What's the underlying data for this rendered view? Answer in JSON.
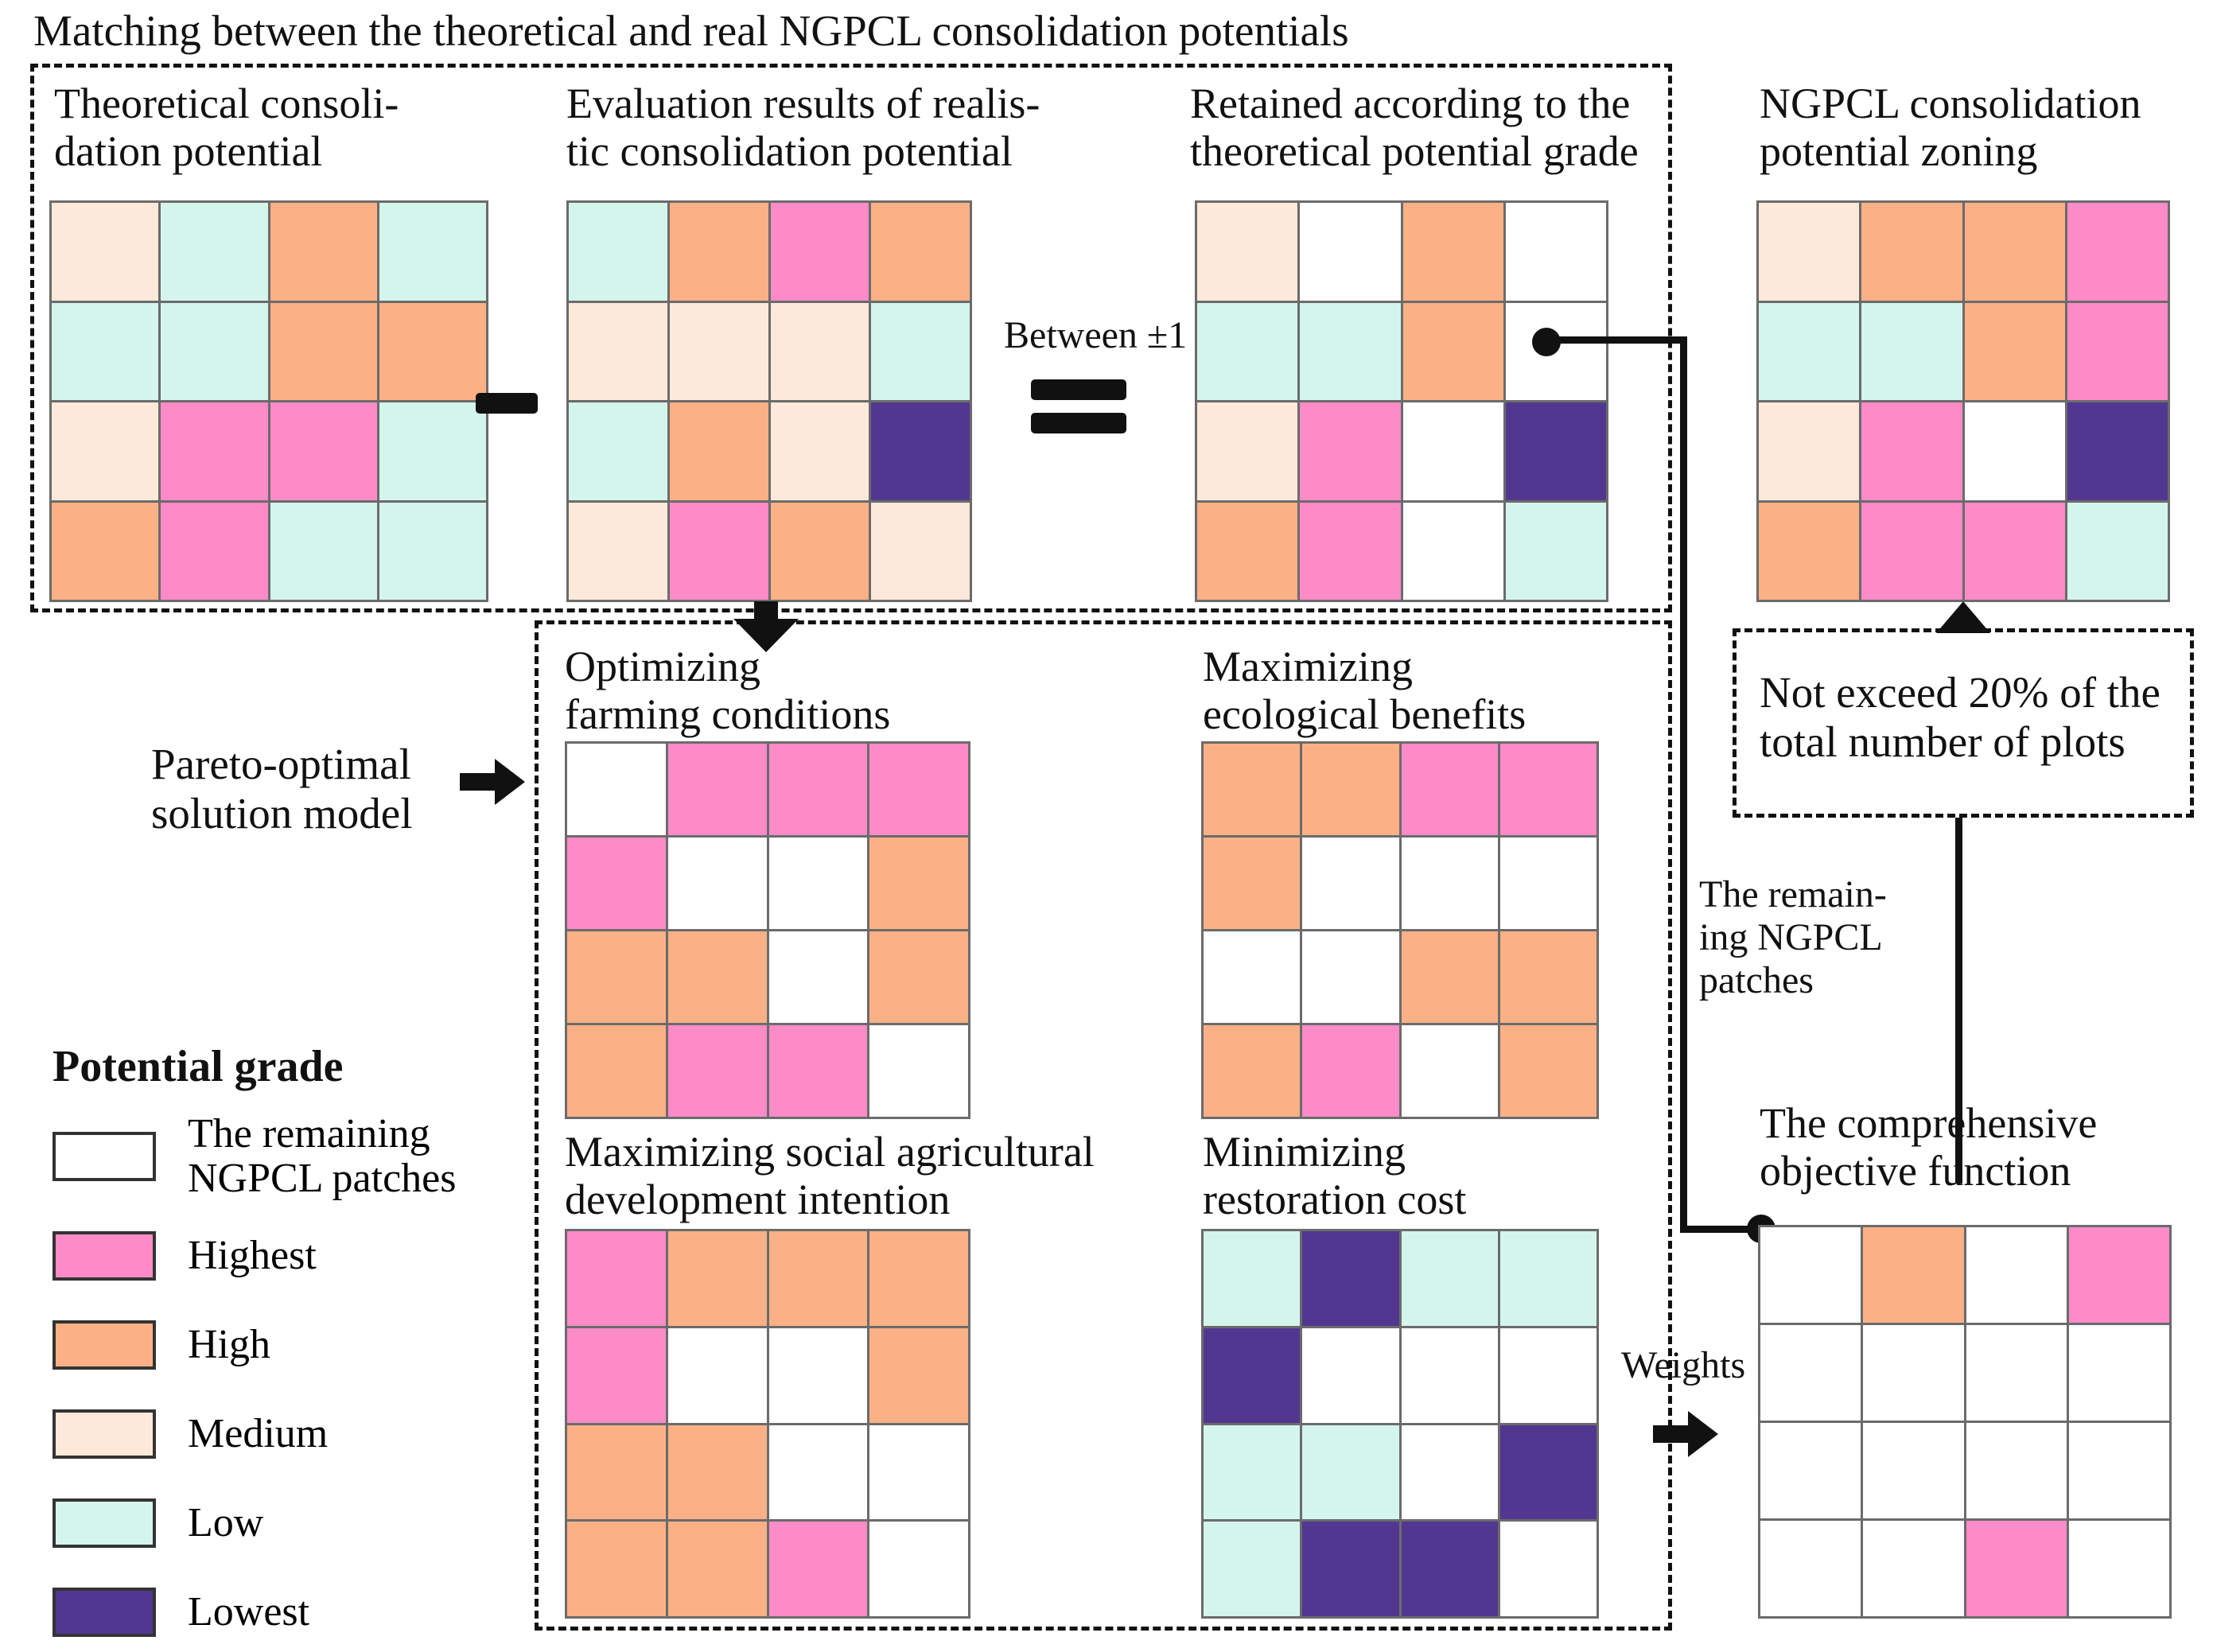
{
  "figure": {
    "top_caption": "Matching between the theoretical and real NGPCL consolidation potentials"
  },
  "colors": {
    "remaining": "#ffffff",
    "highest": "#fd8bc8",
    "high": "#fbb185",
    "medium": "#fde9d9",
    "low": "#d4f5ec",
    "lowest": "#523791",
    "grid_line": "#6b6b6b",
    "ink": "#111111"
  },
  "legend": {
    "title": "Potential grade",
    "items": [
      {
        "key": "remaining",
        "label": "The remaining\nNGPCL patches"
      },
      {
        "key": "highest",
        "label": "Highest"
      },
      {
        "key": "high",
        "label": "High"
      },
      {
        "key": "medium",
        "label": "Medium"
      },
      {
        "key": "low",
        "label": "Low"
      },
      {
        "key": "lowest",
        "label": "Lowest"
      }
    ]
  },
  "labels": {
    "between": "Between ±1",
    "pareto": "Pareto-optimal\nsolution model",
    "remaining_patches": "The remain-\ning NGPCL\npatches",
    "weights": "Weights",
    "not_exceed": "Not exceed 20% of the\ntotal number of plots"
  },
  "panels": {
    "theoretical": {
      "title": "Theoretical consoli-\ndation potential",
      "grid": [
        [
          "medium",
          "low",
          "high",
          "low"
        ],
        [
          "low",
          "low",
          "high",
          "high"
        ],
        [
          "medium",
          "highest",
          "highest",
          "low"
        ],
        [
          "high",
          "highest",
          "low",
          "low"
        ]
      ]
    },
    "realistic": {
      "title": "Evaluation results of realis-\ntic consolidation potential",
      "grid": [
        [
          "low",
          "high",
          "highest",
          "high"
        ],
        [
          "medium",
          "medium",
          "medium",
          "low"
        ],
        [
          "low",
          "high",
          "medium",
          "lowest"
        ],
        [
          "medium",
          "highest",
          "high",
          "medium"
        ]
      ]
    },
    "retained": {
      "title": "Retained according to the\ntheoretical potential grade",
      "grid": [
        [
          "medium",
          "remaining",
          "high",
          "remaining"
        ],
        [
          "low",
          "low",
          "high",
          "remaining"
        ],
        [
          "medium",
          "highest",
          "remaining",
          "lowest"
        ],
        [
          "high",
          "highest",
          "remaining",
          "low"
        ]
      ]
    },
    "zoning": {
      "title": "NGPCL consolidation\npotential zoning",
      "grid": [
        [
          "medium",
          "high",
          "high",
          "highest"
        ],
        [
          "low",
          "low",
          "high",
          "highest"
        ],
        [
          "medium",
          "highest",
          "remaining",
          "lowest"
        ],
        [
          "high",
          "highest",
          "highest",
          "low"
        ]
      ]
    },
    "farming": {
      "title": "Optimizing\nfarming conditions",
      "grid": [
        [
          "remaining",
          "highest",
          "highest",
          "highest"
        ],
        [
          "highest",
          "remaining",
          "remaining",
          "high"
        ],
        [
          "high",
          "high",
          "remaining",
          "high"
        ],
        [
          "high",
          "highest",
          "highest",
          "remaining"
        ]
      ]
    },
    "ecological": {
      "title": "Maximizing\necological benefits",
      "grid": [
        [
          "high",
          "high",
          "highest",
          "highest"
        ],
        [
          "high",
          "remaining",
          "remaining",
          "remaining"
        ],
        [
          "remaining",
          "remaining",
          "high",
          "high"
        ],
        [
          "high",
          "highest",
          "remaining",
          "high"
        ]
      ]
    },
    "social": {
      "title": "Maximizing social agricultural\ndevelopment intention",
      "grid": [
        [
          "highest",
          "high",
          "high",
          "high"
        ],
        [
          "highest",
          "remaining",
          "remaining",
          "high"
        ],
        [
          "high",
          "high",
          "remaining",
          "remaining"
        ],
        [
          "high",
          "high",
          "highest",
          "remaining"
        ]
      ]
    },
    "restoration": {
      "title": "Minimizing\nrestoration cost",
      "grid": [
        [
          "low",
          "lowest",
          "low",
          "low"
        ],
        [
          "lowest",
          "remaining",
          "remaining",
          "remaining"
        ],
        [
          "low",
          "low",
          "remaining",
          "lowest"
        ],
        [
          "low",
          "lowest",
          "lowest",
          "remaining"
        ]
      ]
    },
    "objective": {
      "title": "The comprehensive\nobjective function",
      "grid": [
        [
          "remaining",
          "high",
          "remaining",
          "highest"
        ],
        [
          "remaining",
          "remaining",
          "remaining",
          "remaining"
        ],
        [
          "remaining",
          "remaining",
          "remaining",
          "remaining"
        ],
        [
          "remaining",
          "remaining",
          "highest",
          "remaining"
        ]
      ]
    }
  }
}
